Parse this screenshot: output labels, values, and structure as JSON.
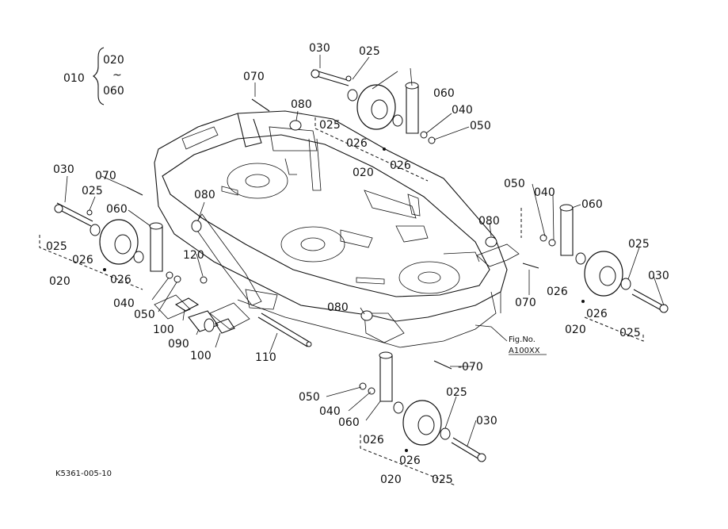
{
  "group_range": {
    "start": "010",
    "from": "020",
    "tilde": "~",
    "to": "060"
  },
  "labels": {
    "top_030": "030",
    "top_025": "025",
    "top_070": "070",
    "top_080": "080",
    "top_025b": "025",
    "top_026a": "026",
    "top_020": "020",
    "top_026b": "026",
    "top_060": "060",
    "top_040": "040",
    "top_050": "050",
    "l_030": "030",
    "l_070": "070",
    "l_025": "025",
    "l_080": "080",
    "l_060": "060",
    "l_025b": "025",
    "l_026a": "026",
    "l_020": "020",
    "l_026b": "026",
    "l_120": "120",
    "l_040": "040",
    "l_050": "050",
    "l_100a": "100",
    "l_090": "090",
    "l_100b": "100",
    "l_110": "110",
    "r_050": "050",
    "r_040": "040",
    "r_060": "060",
    "r_080": "080",
    "r_025": "025",
    "r_030": "030",
    "r_070": "070",
    "r_026a": "026",
    "r_026b": "026",
    "r_020": "020",
    "r_025b": "025",
    "c_080": "080",
    "c_070": "-070",
    "b_025": "025",
    "b_050": "050",
    "b_040": "040",
    "b_060": "060",
    "b_030": "030",
    "b_026a": "026",
    "b_026b": "026",
    "b_020": "020",
    "b_025b": "025"
  },
  "fig_ref": {
    "line1": "Fig.No.",
    "line2": "A100XX"
  },
  "drawing_code": "K5361-005-10"
}
